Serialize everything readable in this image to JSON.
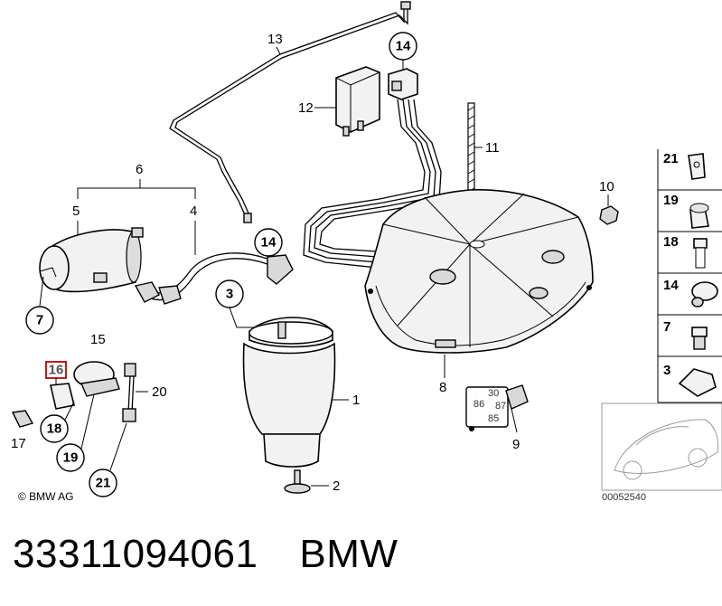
{
  "labels": {
    "l1": "1",
    "l2": "2",
    "l3": "3",
    "l4": "4",
    "l5": "5",
    "l6": "6",
    "l7": "7",
    "l8": "8",
    "l9": "9",
    "l10": "10",
    "l11": "11",
    "l12": "12",
    "l13": "13",
    "l14a": "14",
    "l14b": "14",
    "l15": "15",
    "l16": "16",
    "l17": "17",
    "l18": "18",
    "l19": "19",
    "l20": "20",
    "l21": "21"
  },
  "legend": {
    "items": [
      "21",
      "19",
      "18",
      "14",
      "7",
      "3"
    ]
  },
  "connector_pins": [
    "30",
    "86",
    "87",
    "85"
  ],
  "copyright": "© BMW AG",
  "diagram_code": "00052540",
  "caption": {
    "part_number": "33311094061",
    "brand": "BMW"
  }
}
